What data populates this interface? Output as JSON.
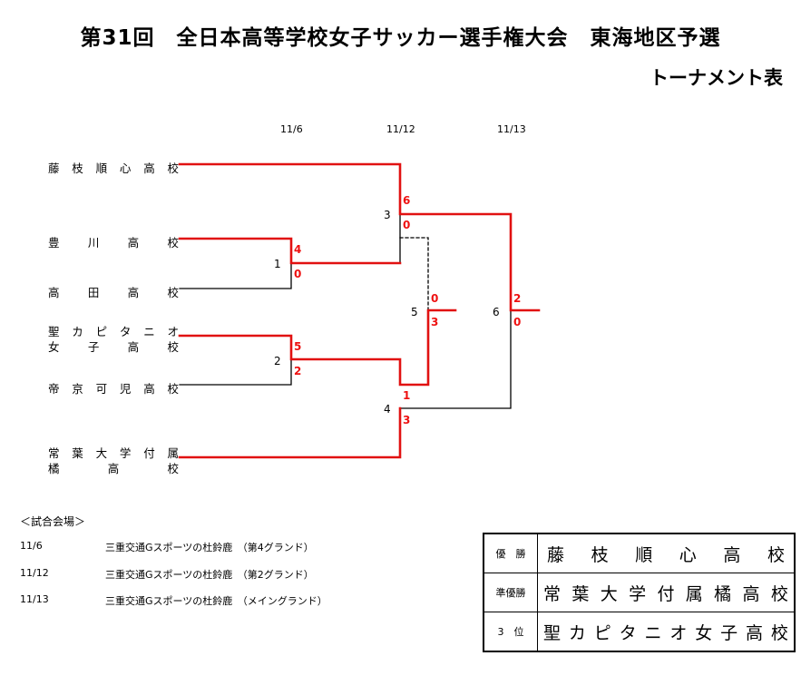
{
  "header": {
    "title": "第31回　全日本高等学校女子サッカー選手権大会　東海地区予選",
    "subtitle": "トーナメント表"
  },
  "dates": [
    "11/6",
    "11/12",
    "11/13"
  ],
  "teams": [
    {
      "chars": [
        "藤",
        "枝",
        "順",
        "心",
        "高",
        "校"
      ]
    },
    {
      "chars": [
        "豊",
        "川",
        "高",
        "校"
      ]
    },
    {
      "chars": [
        "高",
        "田",
        "高",
        "校"
      ]
    },
    {
      "chars": [
        "聖",
        "カ",
        "ピ",
        "タ",
        "ニ",
        "オ"
      ],
      "chars2": [
        "女",
        "子",
        "高",
        "校"
      ]
    },
    {
      "chars": [
        "帝",
        "京",
        "可",
        "児",
        "高",
        "校"
      ]
    },
    {
      "chars": [
        "常",
        "葉",
        "大",
        "学",
        "付",
        "属"
      ],
      "chars2": [
        "橘",
        "高",
        "校"
      ]
    }
  ],
  "matches": [
    {
      "no": "1",
      "score_top": "4",
      "score_bottom": "0"
    },
    {
      "no": "2",
      "score_top": "5",
      "score_bottom": "2"
    },
    {
      "no": "3",
      "score_top": "6",
      "score_bottom": "0"
    },
    {
      "no": "4",
      "score_top": "1",
      "score_bottom": "3"
    },
    {
      "no": "5",
      "score_top": "0",
      "score_bottom": "3"
    },
    {
      "no": "6",
      "score_top": "2",
      "score_bottom": "0"
    }
  ],
  "venues": {
    "heading": "＜試合会場＞",
    "items": [
      {
        "date": "11/6",
        "name": "三重交通Gスポーツの杜鈴鹿　（第4グランド）"
      },
      {
        "date": "11/12",
        "name": "三重交通Gスポーツの杜鈴鹿　（第2グランド）"
      },
      {
        "date": "11/13",
        "name": "三重交通Gスポーツの杜鈴鹿　（メイングランド）"
      }
    ]
  },
  "results": [
    {
      "label": "優　勝",
      "chars": [
        "藤",
        "枝",
        "順",
        "心",
        "高",
        "校"
      ]
    },
    {
      "label": "準優勝",
      "chars": [
        "常",
        "葉",
        "大",
        "学",
        "付",
        "属",
        "橘",
        "高",
        "校"
      ]
    },
    {
      "label": "3　位",
      "chars": [
        "聖",
        "カ",
        "ピ",
        "タ",
        "ニ",
        "オ",
        "女",
        "子",
        "高",
        "校"
      ]
    }
  ],
  "colors": {
    "winner_line": "#e11111",
    "loser_line": "#000000",
    "score": "#e11111"
  }
}
